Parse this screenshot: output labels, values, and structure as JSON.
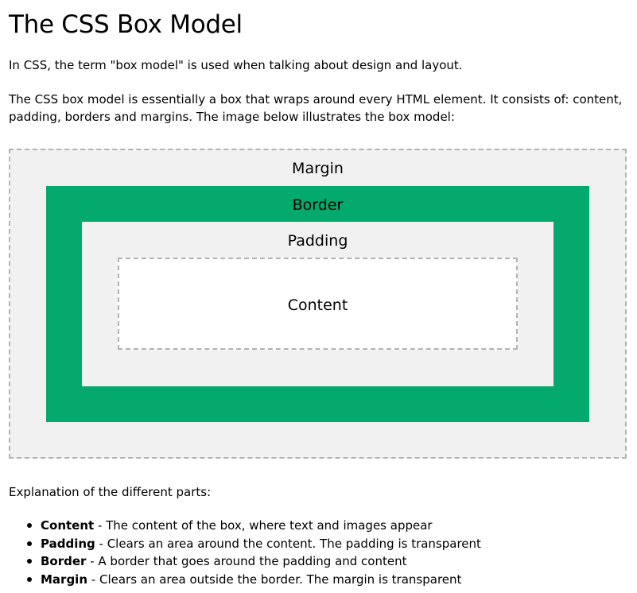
{
  "page": {
    "title": "The CSS Box Model",
    "intro": "In CSS, the term \"box model\" is used when talking about design and layout.",
    "description": "The CSS box model is essentially a box that wraps around every HTML element. It consists of: content, padding, borders and margins. The image below illustrates the box model:",
    "explanation_heading": "Explanation of the different parts:"
  },
  "diagram": {
    "margin_label": "Margin",
    "border_label": "Border",
    "padding_label": "Padding",
    "content_label": "Content",
    "colors": {
      "margin": "#f1f1f1",
      "border": "#04aa6d",
      "padding": "#f1f1f1",
      "content": "#ffffff",
      "dashed_outline": "#b3b3b3"
    }
  },
  "parts": [
    {
      "term": "Content",
      "text": " - The content of the box, where text and images appear"
    },
    {
      "term": "Padding",
      "text": " - Clears an area around the content. The padding is transparent"
    },
    {
      "term": "Border",
      "text": " - A border that goes around the padding and content"
    },
    {
      "term": "Margin",
      "text": " - Clears an area outside the border. The margin is transparent"
    }
  ]
}
